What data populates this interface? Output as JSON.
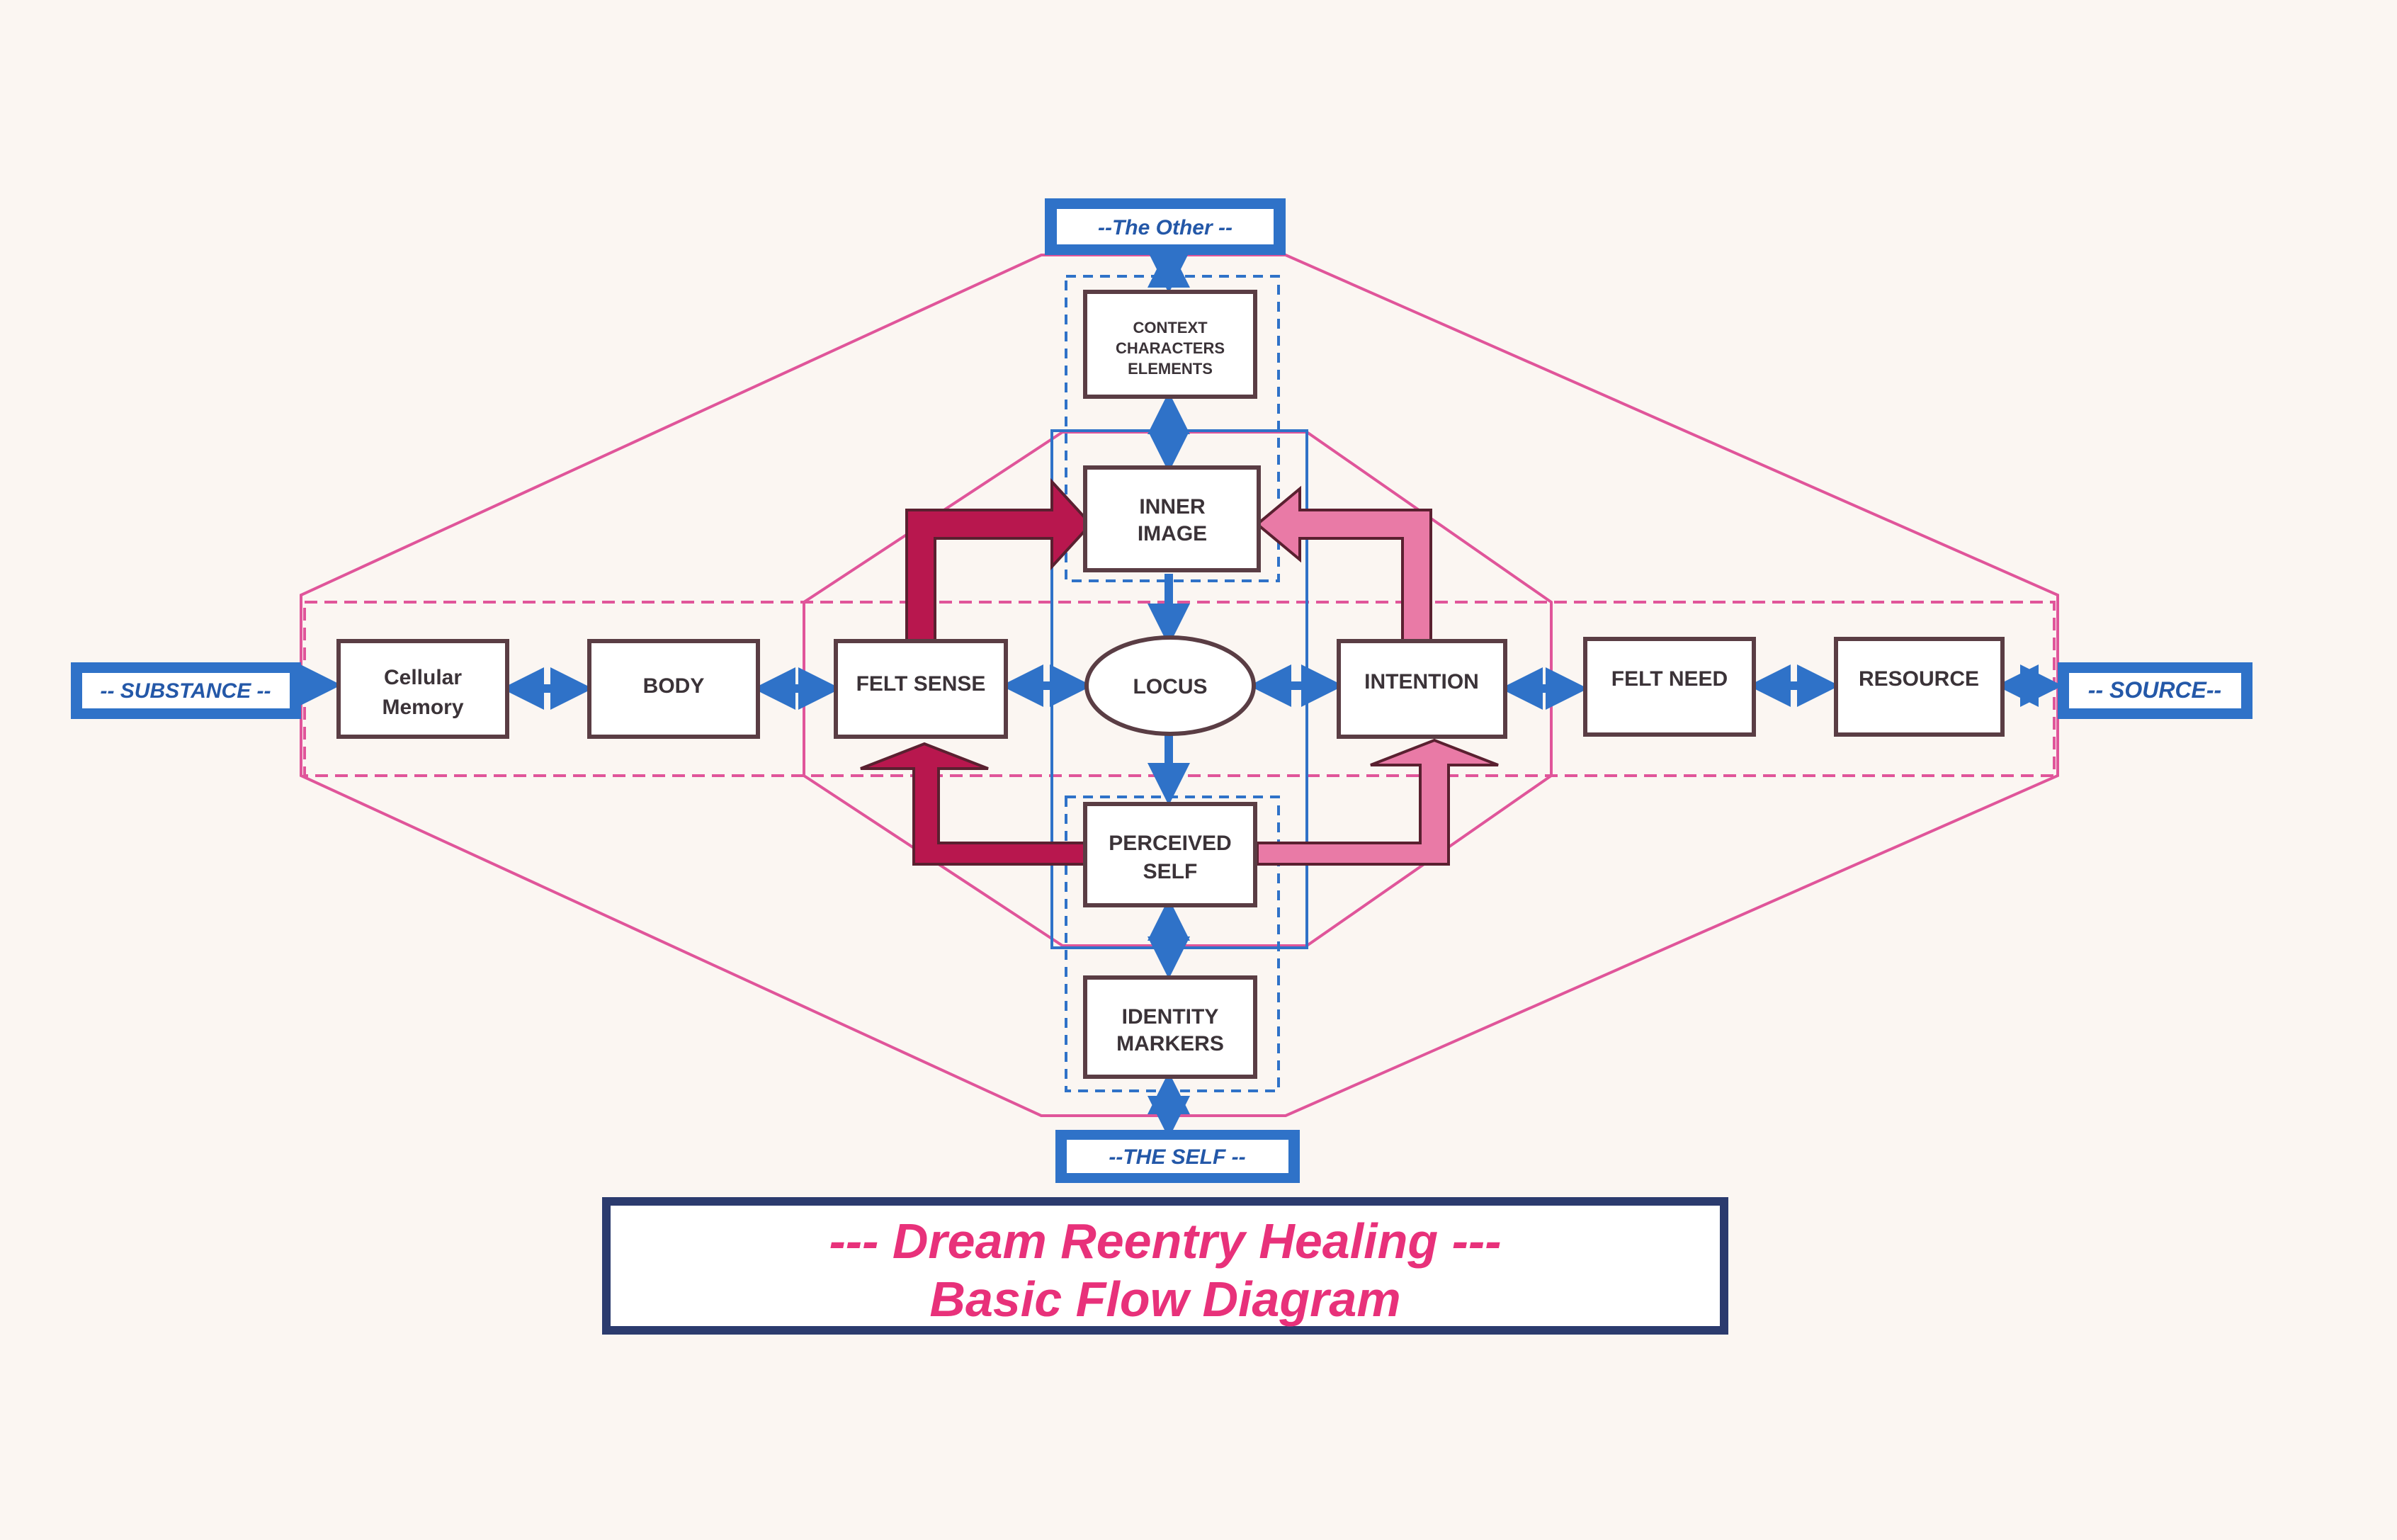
{
  "diagram": {
    "nodes": {
      "the_other": "--The Other --",
      "context": [
        "CONTEXT",
        "CHARACTERS",
        "ELEMENTS"
      ],
      "inner_image": [
        "INNER",
        "IMAGE"
      ],
      "substance": "-- SUBSTANCE --",
      "cellular_memory": [
        "Cellular",
        "Memory"
      ],
      "body": "BODY",
      "felt_sense": "FELT SENSE",
      "locus": "LOCUS",
      "intention": "INTENTION",
      "felt_need": "FELT NEED",
      "resource": "RESOURCE",
      "source": "-- SOURCE--",
      "perceived_self": [
        "PERCEIVED",
        "SELF"
      ],
      "identity_markers": [
        "IDENTITY",
        "MARKERS"
      ],
      "the_self": "--THE SELF --"
    },
    "title": {
      "line1": "--- Dream Reentry Healing ---",
      "line2": "Basic Flow Diagram"
    },
    "colors": {
      "pink_line": "#e0559a",
      "blue_line": "#2f72c8",
      "arrow_dark_red": "#b8174e",
      "arrow_light_pink": "#e97aa6",
      "title_pink": "#e8317a",
      "title_frame": "#2b3b6e"
    }
  }
}
